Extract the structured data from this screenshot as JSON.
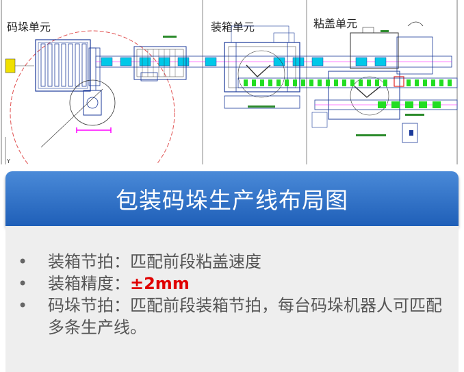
{
  "diagram": {
    "unit_labels": {
      "palletizing": "码垛单元",
      "boxing": "装箱单元",
      "lid_gluing": "粘盖单元"
    },
    "axis_label": "Y",
    "colors": {
      "conveyor": "#00c8e8",
      "box": "#22dd22",
      "accent": "#ff00ff",
      "boundary": "#e05050"
    }
  },
  "banner": {
    "title": "包装码垛生产线布局图"
  },
  "bullets": [
    {
      "text": "装箱节拍：匹配前段粘盖速度"
    },
    {
      "prefix": "装箱精度：",
      "value": "±2mm"
    },
    {
      "text": "码垛节拍：匹配前段装箱节拍，每台码垛机器人可匹配多条生产线。"
    }
  ]
}
